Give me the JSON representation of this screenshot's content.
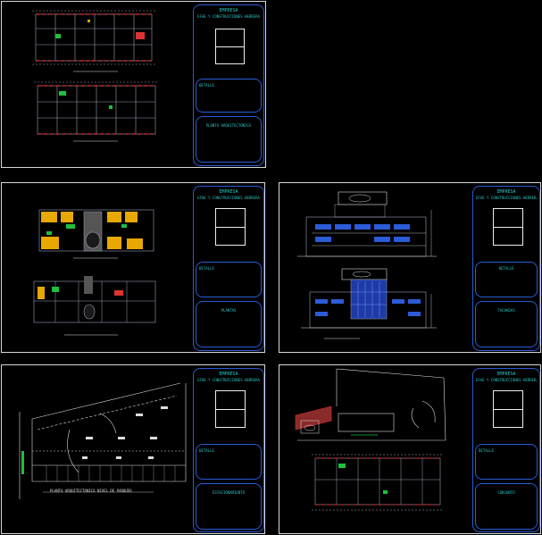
{
  "sheets": [
    {
      "id": "sheet-1",
      "tb_header": "EMPRESA",
      "tb_title": "EFAE Y CONSTRUCCIONES HERRERA",
      "tb_detail": "DETALLE",
      "tb_footer": "PLANTA ARQUITECTONICA"
    },
    {
      "id": "sheet-2",
      "tb_header": "EMPRESA",
      "tb_title": "EFAE Y CONSTRUCCIONES HERRERA",
      "tb_detail": "DETALLE",
      "tb_footer": "PLANTAS"
    },
    {
      "id": "sheet-3",
      "tb_header": "EMPRESA",
      "tb_title": "EFAE Y CONSTRUCCIONES HERRERA",
      "tb_detail": "DETALLE",
      "tb_footer": "FACHADAS"
    },
    {
      "id": "sheet-4",
      "tb_header": "EMPRESA",
      "tb_title": "EFAE Y CONSTRUCCIONES HERRERA",
      "tb_detail": "DETALLE",
      "tb_footer": "ESTACIONAMIENTO"
    },
    {
      "id": "sheet-5",
      "tb_header": "EMPRESA",
      "tb_title": "EFAE Y CONSTRUCCIONES HERRERA",
      "tb_detail": "DETALLE",
      "tb_footer": "CONJUNTO"
    }
  ],
  "captions": {
    "parking": "PLANTA ARQUITECTONICA NIVEL DE PARQUEO"
  },
  "colors": {
    "sheet_border": "#d8d8d8",
    "title_block": "#2b5bd6",
    "text": "#2ac4c4",
    "walls": "#9aa0b8",
    "accent_red": "#d33",
    "accent_yellow": "#e8a800",
    "accent_green": "#1fbf3f"
  }
}
